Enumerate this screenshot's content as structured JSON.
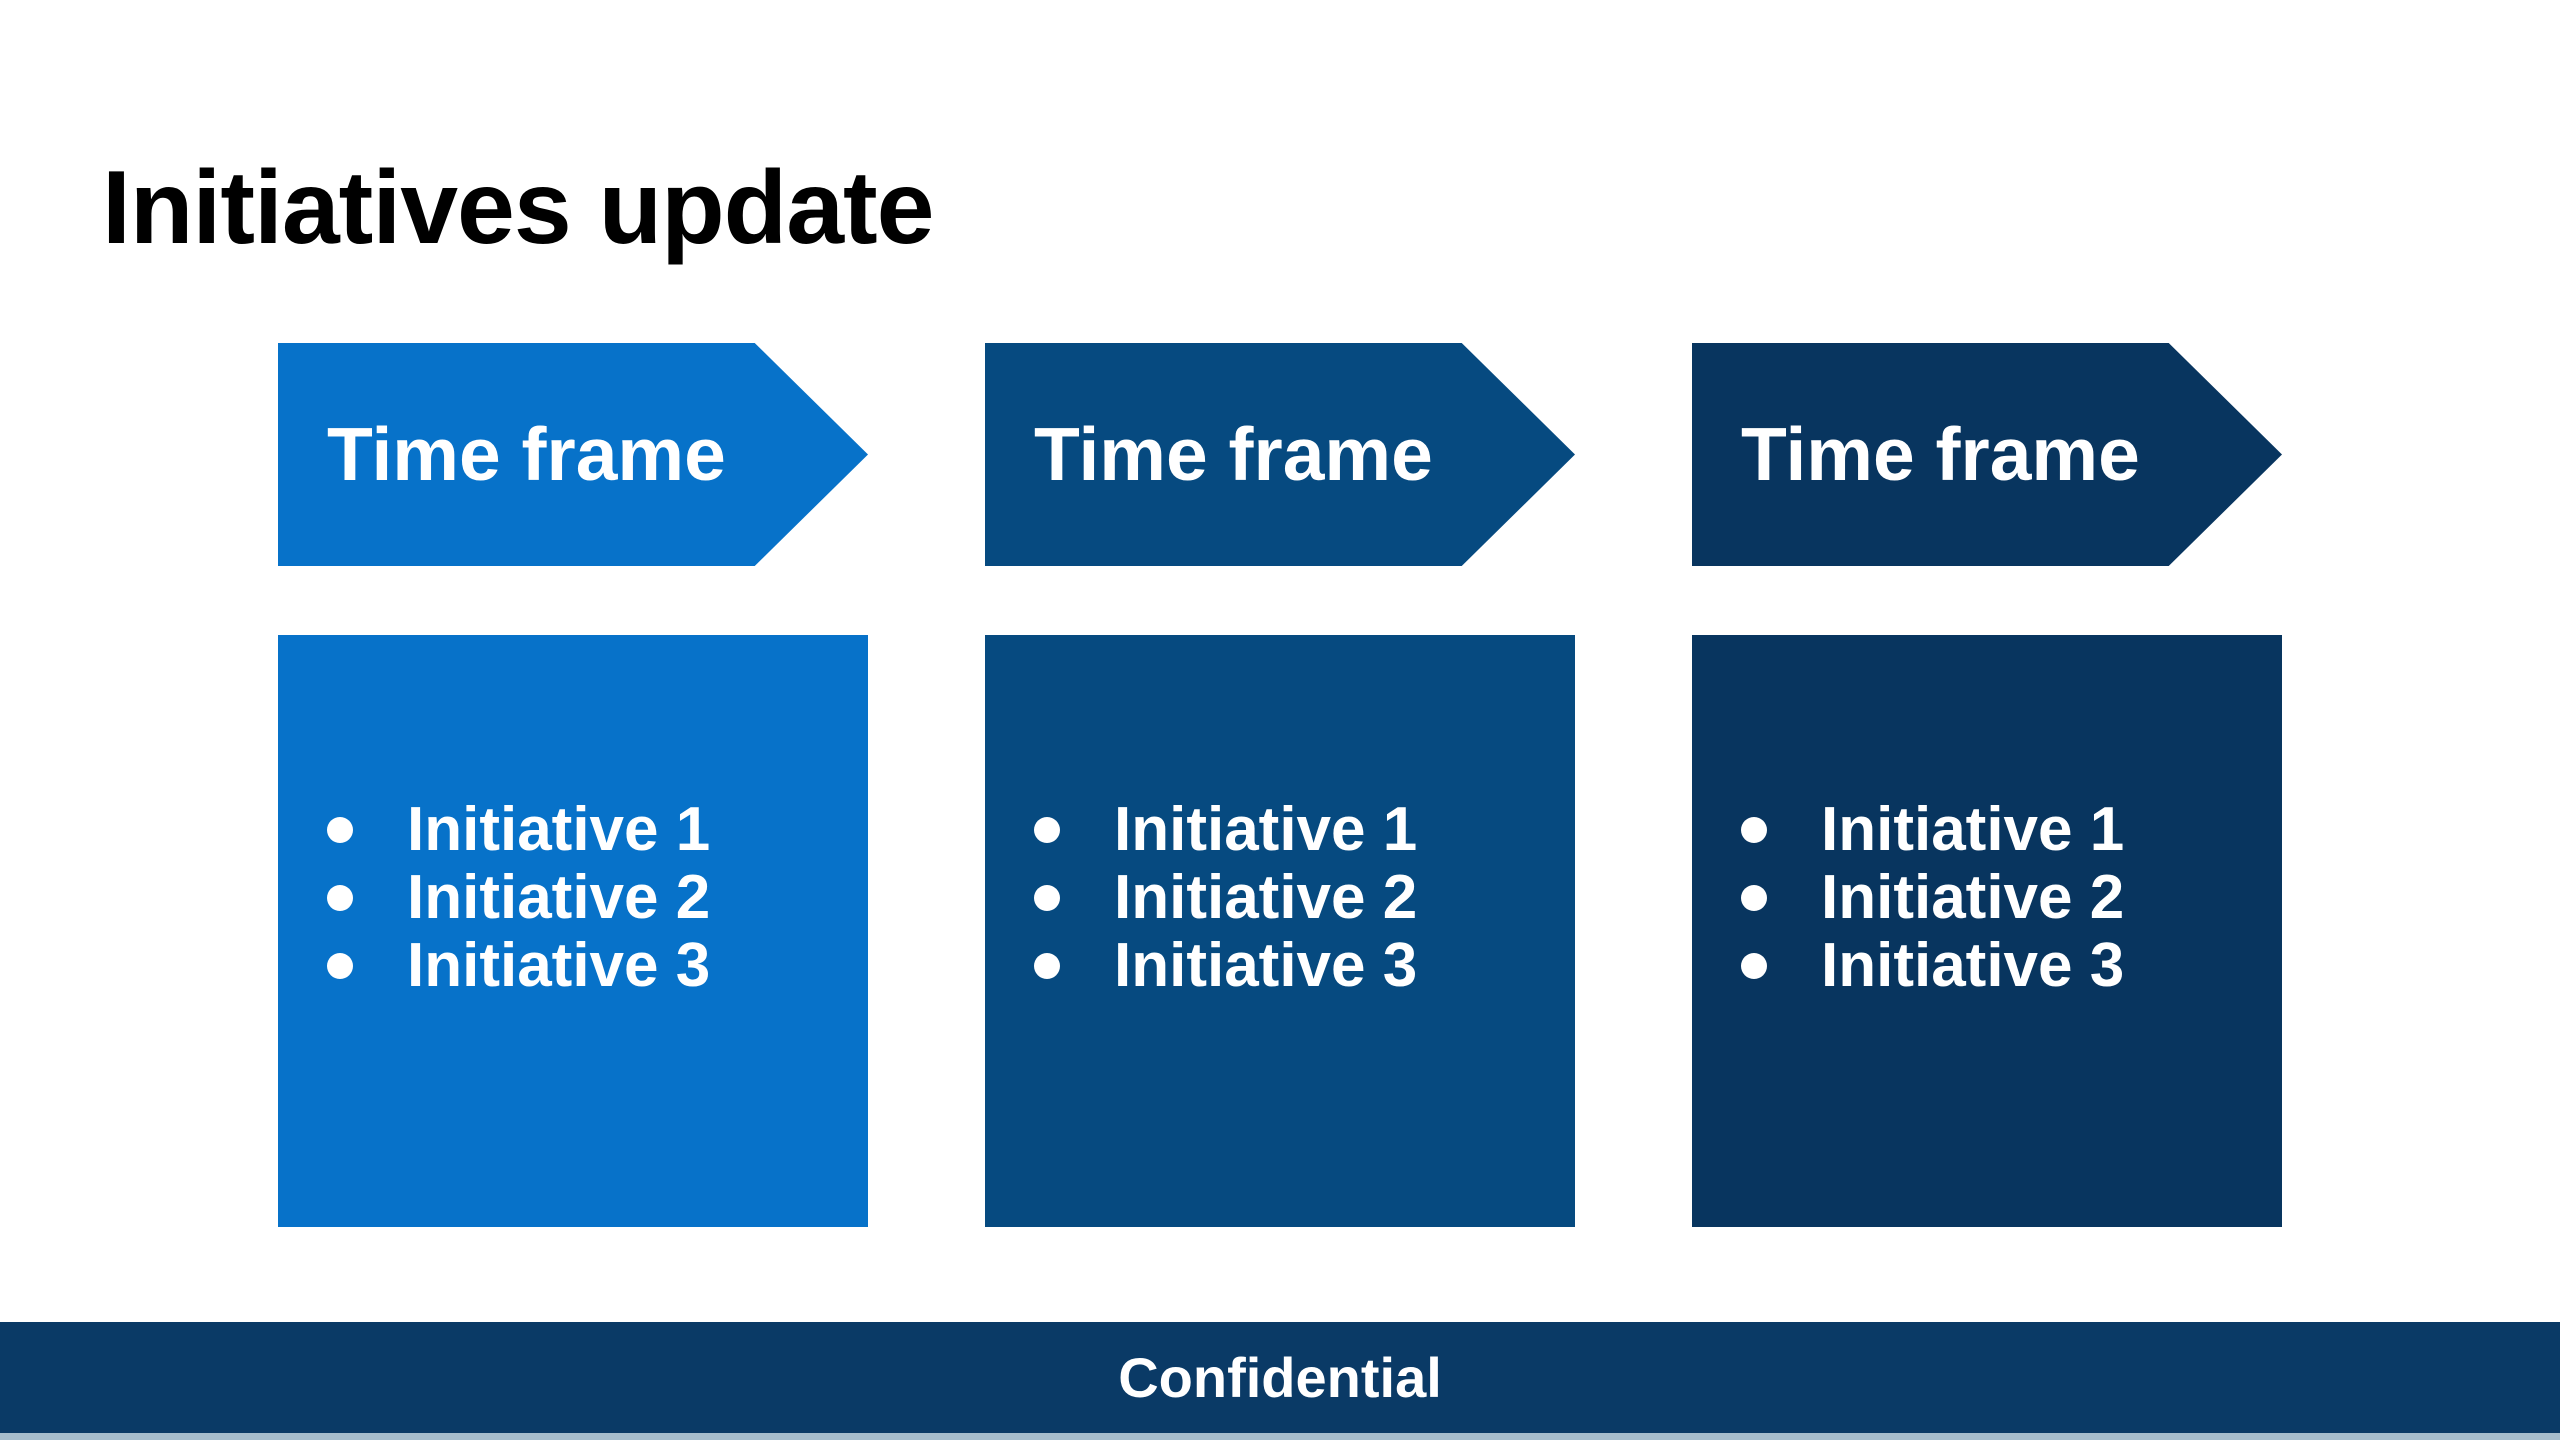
{
  "slide": {
    "title": "Initiatives update",
    "columns": [
      {
        "header": "Time frame",
        "color": "#0772C9",
        "items": [
          "Initiative 1",
          "Initiative 2",
          "Initiative 3"
        ]
      },
      {
        "header": "Time frame",
        "color": "#064A80",
        "items": [
          "Initiative 1",
          "Initiative 2",
          "Initiative 3"
        ]
      },
      {
        "header": "Time frame",
        "color": "#08355F",
        "items": [
          "Initiative 1",
          "Initiative 2",
          "Initiative 3"
        ]
      }
    ],
    "footer": {
      "label": "Confidential",
      "bg": "#0A3A66",
      "strip": "#A6BDCD"
    },
    "colors": {
      "background": "#FFFFFF",
      "title": "#000000",
      "text_on_blue": "#FFFFFF"
    }
  }
}
